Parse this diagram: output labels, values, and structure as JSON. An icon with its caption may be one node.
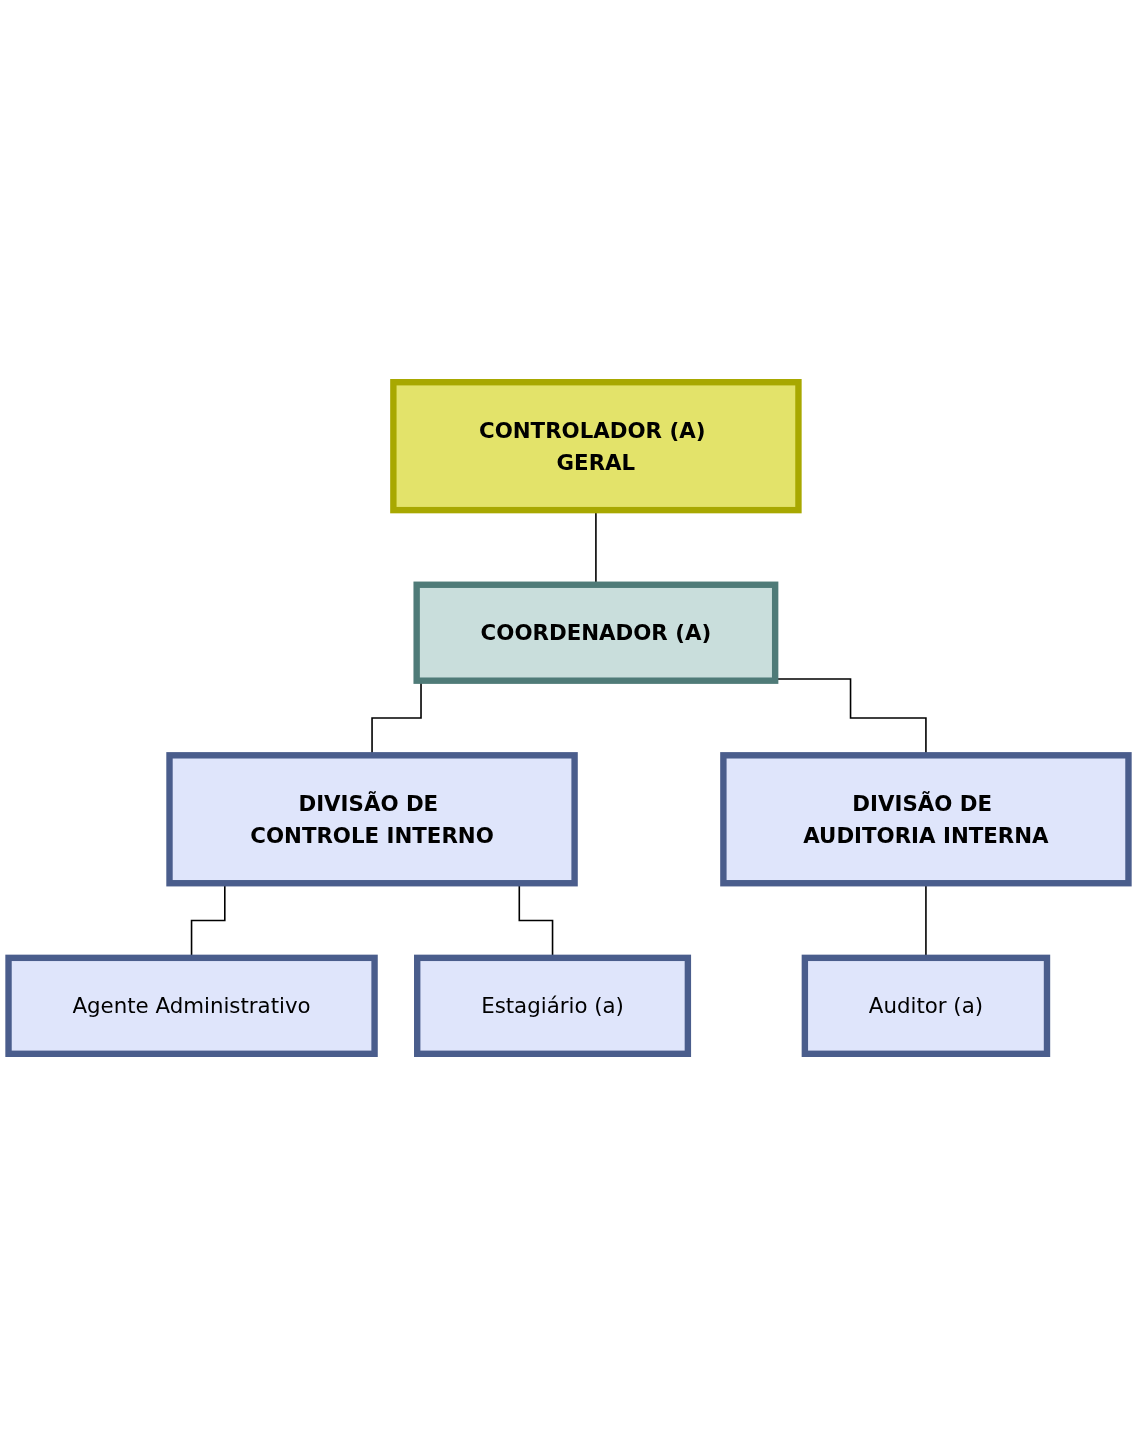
{
  "diagram": {
    "nodes": [
      {
        "text": [
          "CONTROLADOR (A) GERAL"
        ]
      },
      {
        "text": [
          "COORDENADOR (A)"
        ]
      },
      {
        "text": [
          "DIVISÃO DE CONTROLE INTERNO"
        ]
      },
      {
        "text": [
          "DIVISÃO DE AUDITORIA INTERNA"
        ]
      },
      {
        "text": [
          "Agente Administrativo"
        ]
      },
      {
        "text": [
          "Estagiário (a)"
        ]
      },
      {
        "text": [
          "Auditor (a)"
        ]
      }
    ],
    "edges": [
      {
        "from": 0,
        "to": 1,
        "arrow": "none"
      },
      {
        "from": 1,
        "to": 2,
        "arrow": "none"
      },
      {
        "from": 1,
        "to": 3,
        "arrow": "none"
      },
      {
        "from": 2,
        "to": 4,
        "arrow": "none"
      },
      {
        "from": 2,
        "to": 5,
        "arrow": "none"
      },
      {
        "from": 3,
        "to": 6,
        "arrow": "none"
      }
    ]
  }
}
